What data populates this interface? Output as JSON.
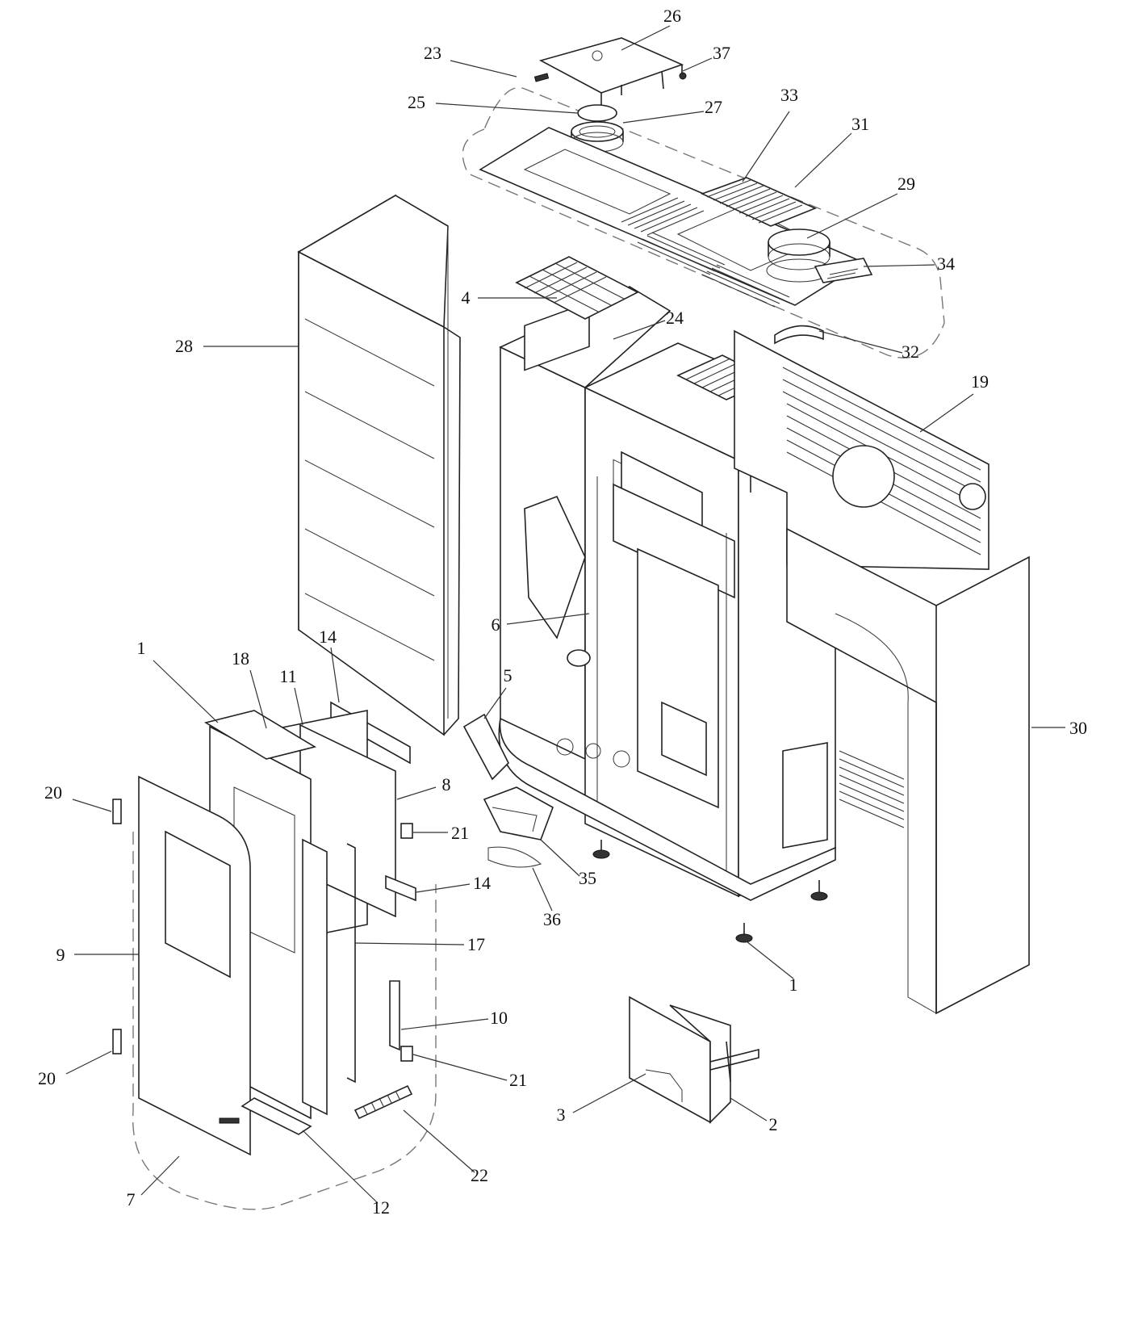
{
  "callouts": [
    {
      "id": "c26",
      "label": "26"
    },
    {
      "id": "c23",
      "label": "23"
    },
    {
      "id": "c37",
      "label": "37"
    },
    {
      "id": "c25",
      "label": "25"
    },
    {
      "id": "c27",
      "label": "27"
    },
    {
      "id": "c33",
      "label": "33"
    },
    {
      "id": "c31",
      "label": "31"
    },
    {
      "id": "c29",
      "label": "29"
    },
    {
      "id": "c34",
      "label": "34"
    },
    {
      "id": "c4",
      "label": "4"
    },
    {
      "id": "c24",
      "label": "24"
    },
    {
      "id": "c28",
      "label": "28"
    },
    {
      "id": "c32",
      "label": "32"
    },
    {
      "id": "c19",
      "label": "19"
    },
    {
      "id": "c6",
      "label": "6"
    },
    {
      "id": "c30",
      "label": "30"
    },
    {
      "id": "c1a",
      "label": "1"
    },
    {
      "id": "c18",
      "label": "18"
    },
    {
      "id": "c14a",
      "label": "14"
    },
    {
      "id": "c11",
      "label": "11"
    },
    {
      "id": "c5",
      "label": "5"
    },
    {
      "id": "c8",
      "label": "8"
    },
    {
      "id": "c20a",
      "label": "20"
    },
    {
      "id": "c21a",
      "label": "21"
    },
    {
      "id": "c35",
      "label": "35"
    },
    {
      "id": "c14b",
      "label": "14"
    },
    {
      "id": "c36",
      "label": "36"
    },
    {
      "id": "c9",
      "label": "9"
    },
    {
      "id": "c17",
      "label": "17"
    },
    {
      "id": "c1b",
      "label": "1"
    },
    {
      "id": "c10",
      "label": "10"
    },
    {
      "id": "c20b",
      "label": "20"
    },
    {
      "id": "c21b",
      "label": "21"
    },
    {
      "id": "c3",
      "label": "3"
    },
    {
      "id": "c2",
      "label": "2"
    },
    {
      "id": "c22",
      "label": "22"
    },
    {
      "id": "c7",
      "label": "7"
    },
    {
      "id": "c12",
      "label": "12"
    }
  ]
}
